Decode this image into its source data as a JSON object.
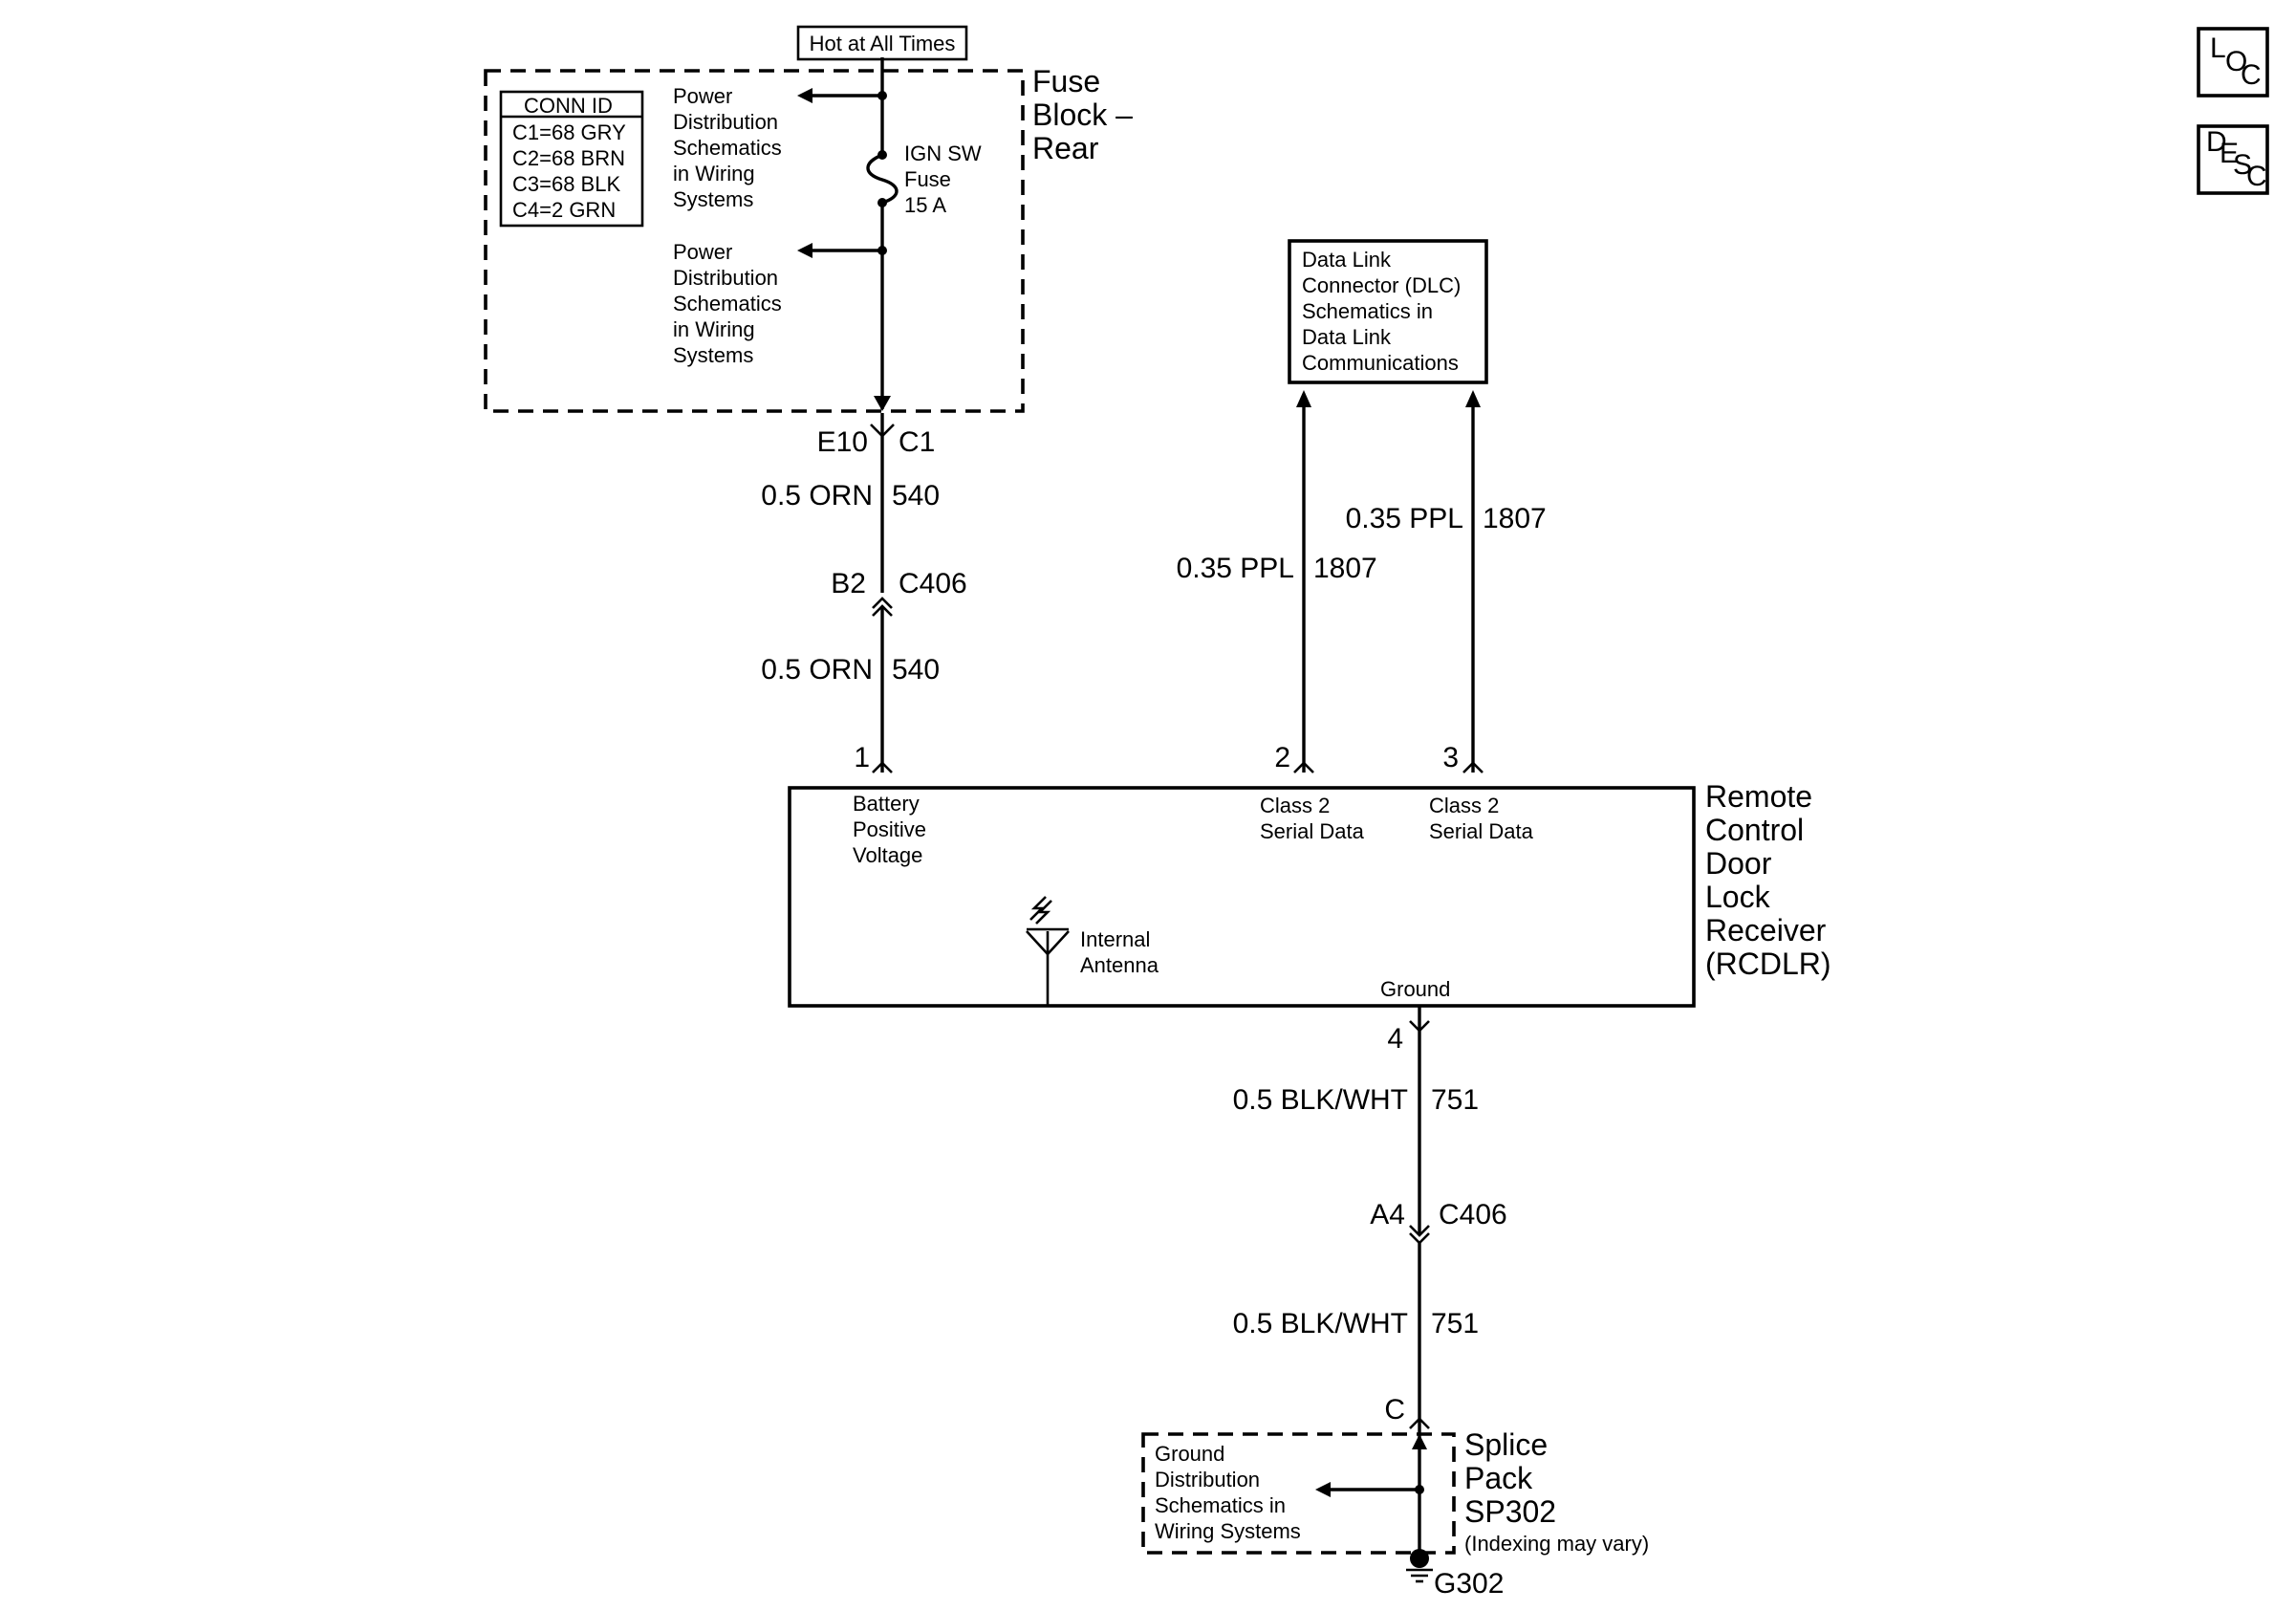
{
  "hot_label": "Hot at All Times",
  "fuse_block": {
    "name_lines": [
      "Fuse",
      "Block –",
      "Rear"
    ],
    "conn_id": {
      "header": "CONN ID",
      "rows": [
        "C1=68 GRY",
        "C2=68 BRN",
        "C3=68 BLK",
        "C4=2 GRN"
      ]
    },
    "power_top_lines": [
      "Power",
      "Distribution",
      "Schematics",
      "in Wiring",
      "Systems"
    ],
    "power_bottom_lines": [
      "Power",
      "Distribution",
      "Schematics",
      "in Wiring",
      "Systems"
    ],
    "fuse_lines": [
      "IGN SW",
      "Fuse",
      "15 A"
    ]
  },
  "conn_e10_pin": "E10",
  "conn_e10_id": "C1",
  "wire_540_upper": {
    "gauge_color": "0.5 ORN",
    "circuit": "540"
  },
  "conn_b2_pin": "B2",
  "conn_b2_id": "C406",
  "wire_540_lower": {
    "gauge_color": "0.5 ORN",
    "circuit": "540"
  },
  "dlc_lines": [
    "Data Link",
    "Connector (DLC)",
    "Schematics in",
    "Data Link",
    "Communications"
  ],
  "wire_1807_left": {
    "gauge_color": "0.35 PPL",
    "circuit": "1807"
  },
  "wire_1807_right": {
    "gauge_color": "0.35 PPL",
    "circuit": "1807"
  },
  "pins": {
    "p1": "1",
    "p2": "2",
    "p3": "3",
    "p4": "4"
  },
  "rcdlr": {
    "name_lines": [
      "Remote",
      "Control",
      "Door",
      "Lock",
      "Receiver",
      "(RCDLR)"
    ],
    "battery_lines": [
      "Battery",
      "Positive",
      "Voltage"
    ],
    "serial2_lines": [
      "Class 2",
      "Serial Data"
    ],
    "serial3_lines": [
      "Class 2",
      "Serial Data"
    ],
    "antenna_lines": [
      "Internal",
      "Antenna"
    ],
    "ground": "Ground"
  },
  "wire_751_upper": {
    "gauge_color": "0.5 BLK/WHT",
    "circuit": "751"
  },
  "conn_a4_pin": "A4",
  "conn_a4_id": "C406",
  "wire_751_lower": {
    "gauge_color": "0.5 BLK/WHT",
    "circuit": "751"
  },
  "splice_pin": "C",
  "ground_dist_lines": [
    "Ground",
    "Distribution",
    "Schematics in",
    "Wiring Systems"
  ],
  "splice_pack_lines": [
    "Splice",
    "Pack",
    "SP302"
  ],
  "splice_note": "(Indexing may vary)",
  "ground_id": "G302",
  "icons": {
    "loc": [
      "L",
      "O",
      "C"
    ],
    "desc": [
      "D",
      "E",
      "S",
      "C"
    ]
  }
}
